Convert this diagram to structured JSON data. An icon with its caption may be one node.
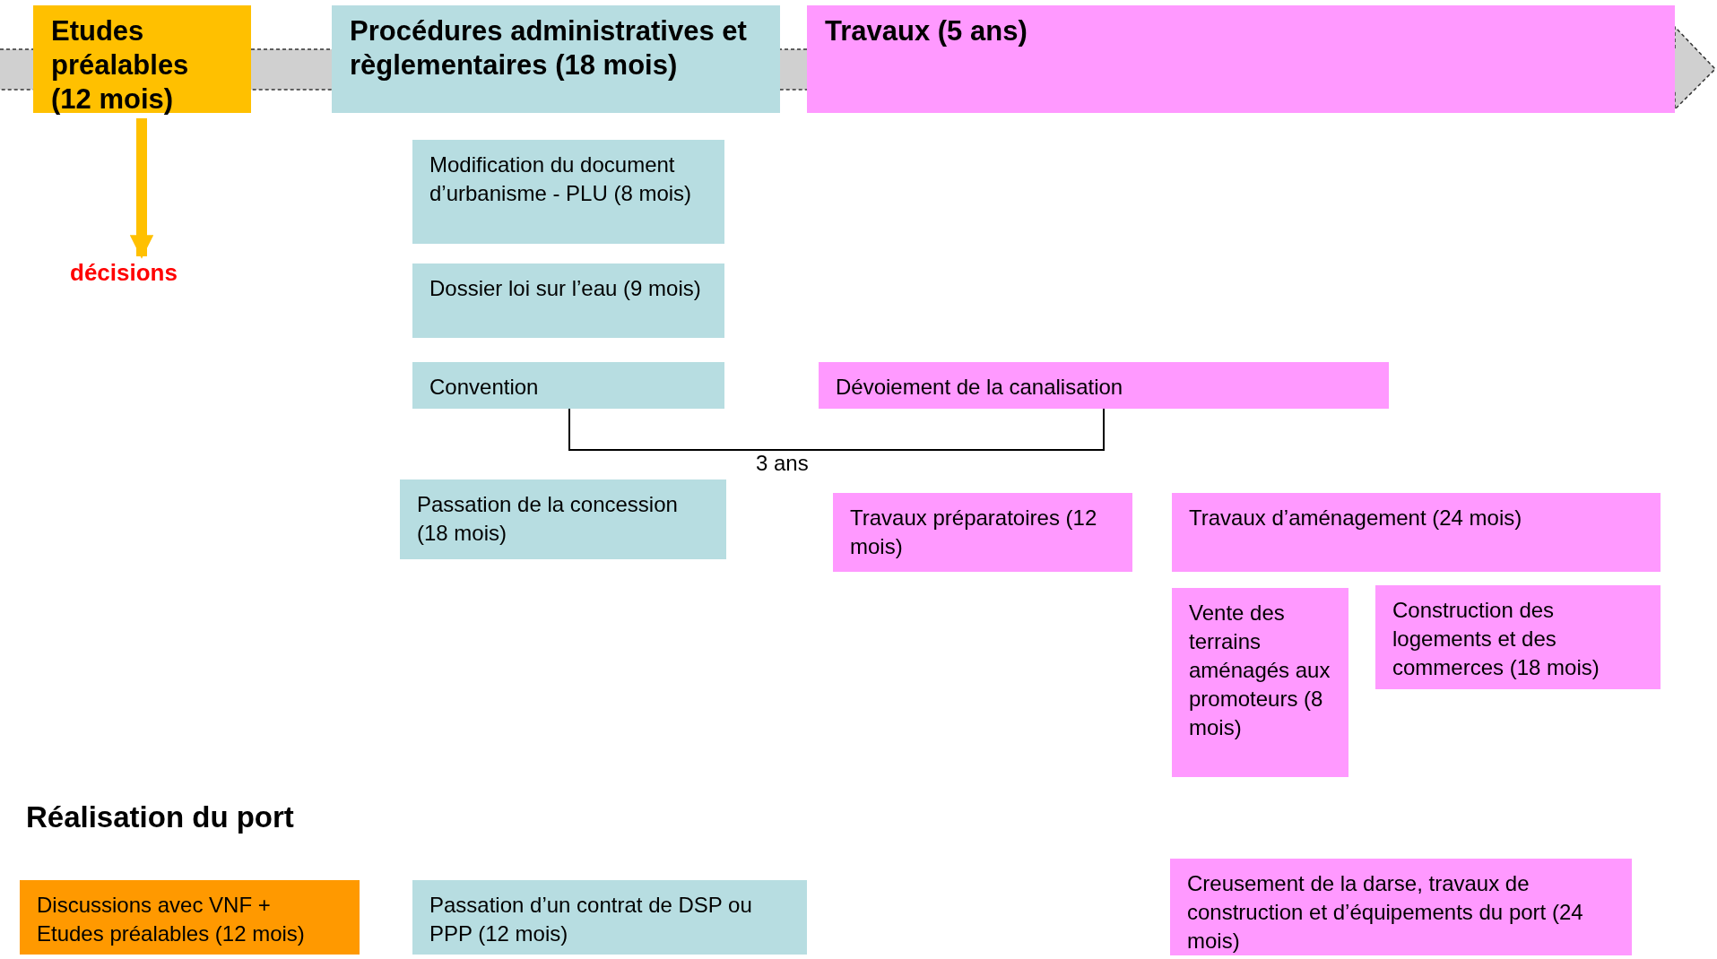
{
  "diagram": {
    "nodes": [
      {
        "text": [
          "Etudes préalables (12 mois)"
        ]
      },
      {
        "text": [
          "Procédures administratives et règlementaires (18 mois)"
        ]
      },
      {
        "text": [
          "Travaux (5 ans)"
        ]
      },
      {
        "text": [
          "Modification du document d’urbanisme - PLU (8 mois)"
        ]
      },
      {
        "text": [
          "Dossier loi sur l’eau (9 mois)"
        ]
      },
      {
        "text": [
          "Convention"
        ]
      },
      {
        "text": [
          "Dévoiement de la canalisation"
        ]
      },
      {
        "text": [
          "Passation de la concession (18 mois)"
        ]
      },
      {
        "text": [
          "Travaux préparatoires (12 mois)"
        ]
      },
      {
        "text": [
          "Travaux d’aménagement (24 mois)"
        ]
      },
      {
        "text": [
          "Vente des terrains aménagés aux promoteurs (8 mois)"
        ]
      },
      {
        "text": [
          "Construction des logements et des commerces (18 mois)"
        ]
      },
      {
        "text": [
          "Discussions avec VNF + Etudes préalables (12 mois)"
        ]
      },
      {
        "text": [
          "Passation d’un contrat de DSP ou PPP (12 mois)"
        ]
      },
      {
        "text": [
          "Creusement de la darse, travaux de construction et d’équipements du port (24 mois)"
        ]
      },
      {
        "text": [
          "décisions"
        ]
      }
    ],
    "edges": [
      {
        "from": 0,
        "to": 15,
        "arrow": "to",
        "color": "#ffc000"
      }
    ],
    "labels": [
      "3 ans",
      "Réalisation du port"
    ]
  }
}
